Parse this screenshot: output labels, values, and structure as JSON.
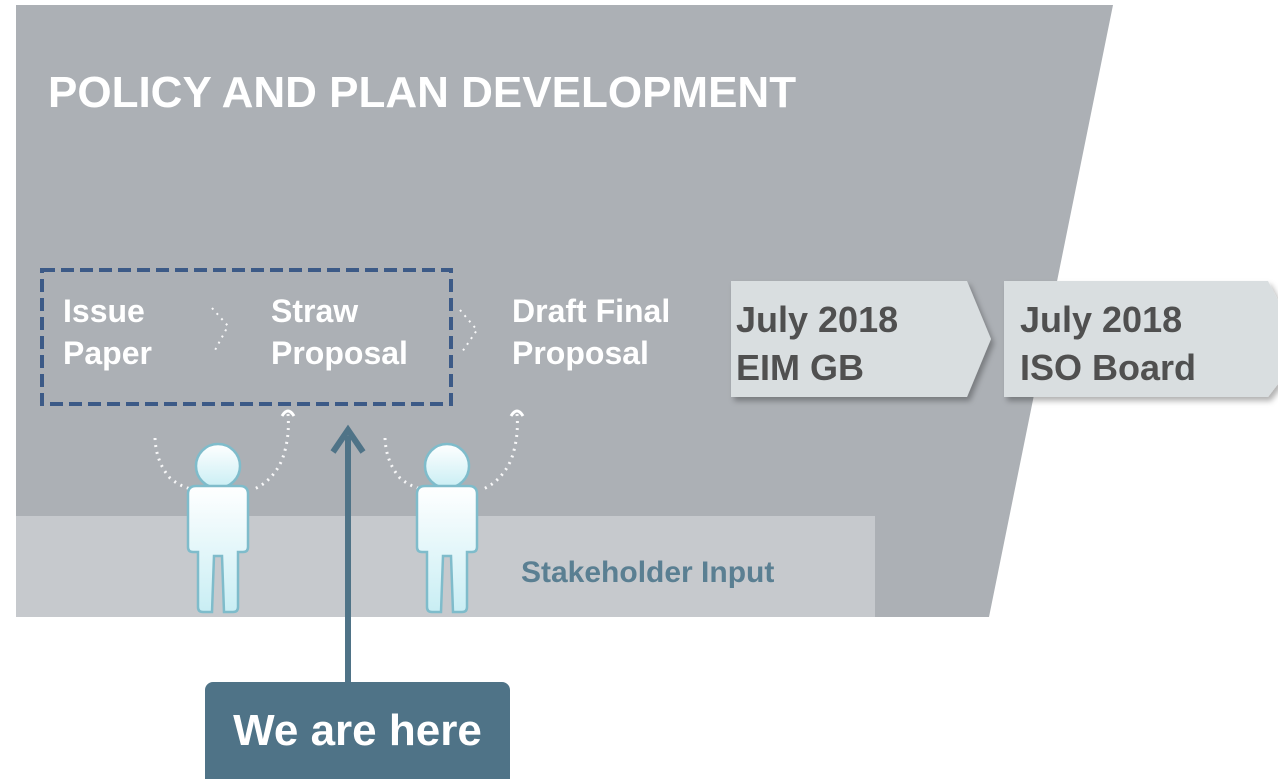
{
  "diagram": {
    "title": "POLICY AND PLAN DEVELOPMENT",
    "stages": [
      {
        "line1": "Issue",
        "line2": "Paper"
      },
      {
        "line1": "Straw",
        "line2": "Proposal"
      },
      {
        "line1": "Draft Final",
        "line2": "Proposal"
      }
    ],
    "chevrons": [
      {
        "line1": "July 2018",
        "line2": "EIM GB"
      },
      {
        "line1": "July 2018",
        "line2": "ISO Board"
      }
    ],
    "stakeholder_label": "Stakeholder Input",
    "callout_label": "We are here",
    "colors": {
      "panel": "#acb0b5",
      "band": "#c6c9cd",
      "chevron": "#d9dee0",
      "dashed_box": "#3c5a87",
      "arrow": "#4f7387",
      "figure_fill": "#dff5f8",
      "figure_stroke": "#7fbccb"
    }
  }
}
